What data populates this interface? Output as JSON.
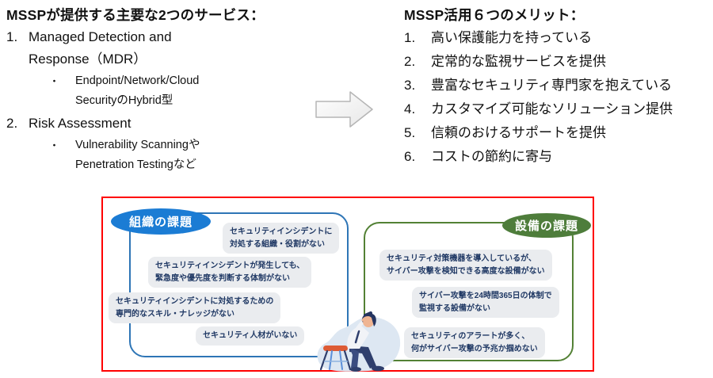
{
  "left_panel": {
    "heading": "MSSPが提供する主要な2つのサービス：",
    "items": [
      {
        "num": "1.",
        "text": "Managed Detection and Response（MDR）",
        "bullet": "・",
        "sub": "Endpoint/Network/Cloud SecurityのHybrid型"
      },
      {
        "num": "2.",
        "text": "Risk Assessment",
        "bullet": "・",
        "sub": "Vulnerability ScanningやPenetration Testingなど"
      }
    ]
  },
  "right_panel": {
    "heading": "MSSP活用６つのメリット：",
    "items": [
      {
        "num": "1.",
        "text": "高い保護能力を持っている"
      },
      {
        "num": "2.",
        "text": "定常的な監視サービスを提供"
      },
      {
        "num": "3.",
        "text": "豊富なセキュリティ専門家を抱えている"
      },
      {
        "num": "4.",
        "text": "カスタマイズ可能なソリューション提供"
      },
      {
        "num": "5.",
        "text": "信頼のおけるサポートを提供"
      },
      {
        "num": "6.",
        "text": "コストの節約に寄与"
      }
    ]
  },
  "diagram": {
    "org_label": "組織の課題",
    "equip_label": "設備の課題",
    "org_notes": [
      {
        "line1": "セキュリティインシデントに",
        "line2": "対処する組織・役割がない"
      },
      {
        "line1": "セキュリティインシデントが発生しても、",
        "line2": "緊急度や優先度を判断する体制がない"
      },
      {
        "line1": "セキュリティインシデントに対処するための",
        "line2": "専門的なスキル・ナレッジがない"
      },
      {
        "line1": "セキュリティ人材がいない"
      }
    ],
    "equip_notes": [
      {
        "line1": "セキュリティ対策機器を導入しているが、",
        "line2": "サイバー攻撃を検知できる高度な設備がない"
      },
      {
        "line1": "サイバー攻撃を24時間365日の体制で",
        "line2": "監視する設備がない"
      },
      {
        "line1": "セキュリティのアラートが多く、",
        "line2": "何がサイバー攻撃の予兆か掴めない"
      }
    ],
    "colors": {
      "org_blue": "#1b7cd4",
      "org_border_blue": "#2e75b6",
      "equip_green": "#4e7d3b",
      "equip_border_green": "#538135",
      "note_bg": "#eaecef",
      "note_text": "#1f3864",
      "frame_red": "#ff0000"
    }
  }
}
